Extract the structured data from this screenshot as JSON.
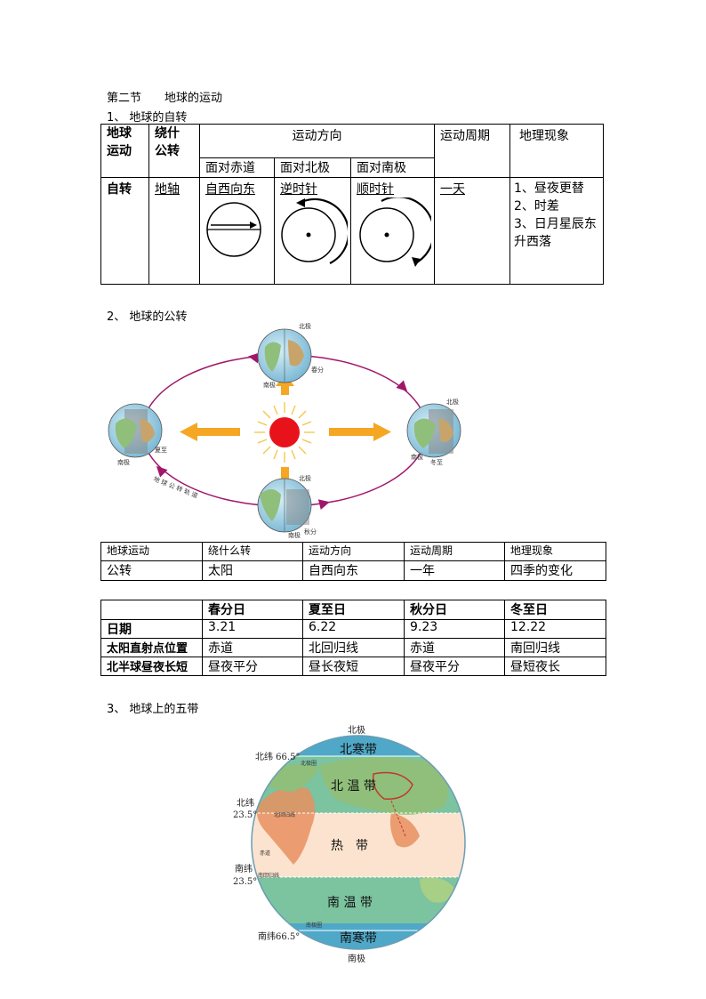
{
  "section_title": "第二节　　地球的运动",
  "part1": {
    "heading": "1、 地球的自转",
    "headers": {
      "motion": "地球运动",
      "axis": "绕什公转",
      "direction": "运动方向",
      "period": "运动周期",
      "phenomena": "地理现象",
      "face_equator": "面对赤道",
      "face_north": "面对北极",
      "face_south": "面对南极"
    },
    "row": {
      "motion": "自转",
      "axis": "地轴",
      "dir_equator": "自西向东",
      "dir_north": "逆时针",
      "dir_south": "顺时针",
      "period": "一天",
      "phen1": "1、昼夜更替",
      "phen2": "2、时差",
      "phen3": "3、日月星辰东",
      "phen4": "升西落"
    }
  },
  "part2": {
    "heading": "2、 地球的公转",
    "figure_labels": {
      "top_north": "北极",
      "top_south": "南极",
      "spring": "春分",
      "left_south": "南极",
      "summer": "夏至",
      "right_north": "北极",
      "right_south": "南极",
      "winter": "冬至",
      "bottom_north": "北极",
      "bottom_south": "南极",
      "autumn": "秋分",
      "orbit": "地 球 公 转 轨 道"
    },
    "table1": {
      "headers": [
        "地球运动",
        "绕什么转",
        "运动方向",
        "运动周期",
        "地理现象"
      ],
      "row": [
        "公转",
        "太阳",
        "自西向东",
        "一年",
        "四季的变化"
      ]
    },
    "table2": {
      "headers": [
        "",
        "春分日",
        "夏至日",
        "秋分日",
        "冬至日"
      ],
      "rows": [
        [
          "日期",
          "3.21",
          "6.22",
          "9.23",
          "12.22"
        ],
        [
          "太阳直射点位置",
          "赤道",
          "北回归线",
          "赤道",
          "南回归线"
        ],
        [
          "北半球昼夜长短",
          "昼夜平分",
          "昼长夜短",
          "昼夜平分",
          "昼短夜长"
        ]
      ]
    }
  },
  "part3": {
    "heading": "3、 地球上的五带",
    "labels": {
      "north_pole": "北极",
      "south_pole": "南极",
      "north_frigid": "北寒带",
      "north_temperate": "北 温 带",
      "tropic": "热　带",
      "south_temperate": "南 温 带",
      "south_frigid": "南寒带",
      "lat_n665": "北纬 66.5°",
      "lat_n235_a": "北纬",
      "lat_n235_b": "23.5°",
      "lat_s235_a": "南纬",
      "lat_s235_b": "23.5°",
      "lat_s665": "南纬66.5°",
      "arctic_circle": "北极圈",
      "tropic_cancer": "北回归线",
      "equator": "赤道",
      "tropic_capricorn": "南回归线",
      "antarctic_circle": "南极圈"
    }
  },
  "colors": {
    "orbit": "#a0176a",
    "arrow": "#f5a623",
    "sun": "#e8131a",
    "frigid": "#4fa8c8",
    "temperate": "#7cc3a0",
    "tropic": "#f6b98a",
    "land_tropic": "#e89060",
    "land_temp": "#8fbf7a"
  }
}
